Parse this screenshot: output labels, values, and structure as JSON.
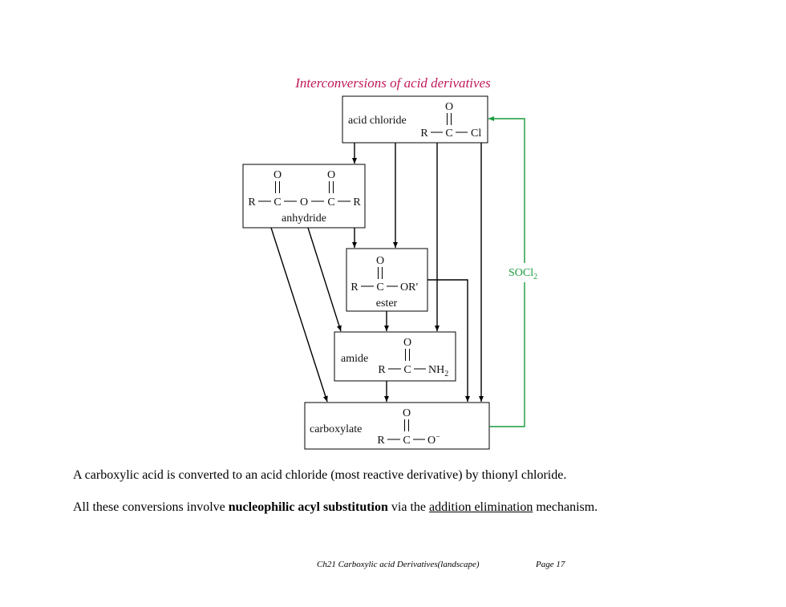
{
  "diagram": {
    "title": "Interconversions of acid derivatives",
    "reagent": "SOCl",
    "reagent_sub": "2",
    "nodes": {
      "acid_chloride": {
        "label": "acid chloride",
        "top_atom": "O",
        "r": "R",
        "c": "C",
        "x": "Cl"
      },
      "anhydride": {
        "label": "anhydride",
        "o1": "O",
        "o2": "O",
        "r1": "R",
        "c1": "C",
        "bridge_o": "O",
        "c2": "C",
        "r2": "R"
      },
      "ester": {
        "label": "ester",
        "top_atom": "O",
        "r": "R",
        "c": "C",
        "x": "OR′"
      },
      "amide": {
        "label": "amide",
        "top_atom": "O",
        "r": "R",
        "c": "C",
        "x": "NH",
        "x_sub": "2"
      },
      "carboxylate": {
        "label": "carboxylate",
        "top_atom": "O",
        "r": "R",
        "c": "C",
        "x": "O",
        "x_sup": "−"
      }
    },
    "colors": {
      "title": "#c0185a",
      "reagent_arrow": "#1a9a3c"
    }
  },
  "text": {
    "line1": "A carboxylic acid is converted to an acid chloride (most reactive derivative) by thionyl chloride.",
    "line2_pre": "All these conversions involve ",
    "line2_bold": "nucleophilic acyl substitution",
    "line2_mid": " via the ",
    "line2_underline": "addition elimination",
    "line2_post": " mechanism."
  },
  "footer": {
    "chapter": "Ch21 Carboxylic acid Derivatives(landscape)",
    "page": "Page 17"
  }
}
